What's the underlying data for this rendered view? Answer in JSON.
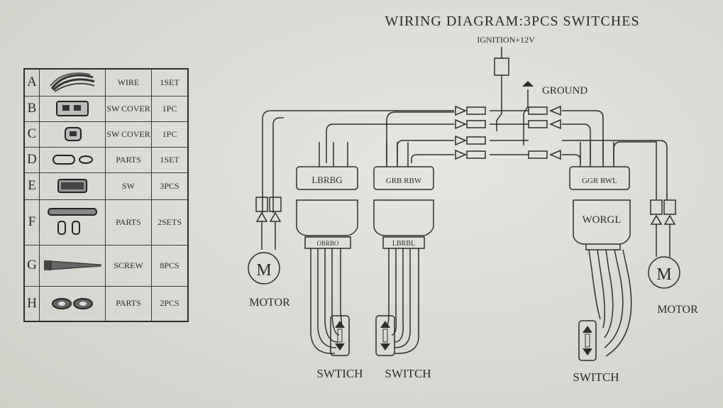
{
  "title": "WIRING DIAGRAM:3PCS SWITCHES",
  "ignition_label": "IGNITION+12V",
  "ground_label": "GROUND",
  "motor_left_label": "MOTOR",
  "motor_right_label": "MOTOR",
  "motor_symbol": "M",
  "connectors": {
    "left_top": "LBRBG",
    "mid_top": "GRB RBW",
    "right_top": "GGR RWL",
    "left_plug": "OBRBO",
    "mid_plug": "LBRBL",
    "right_plug": "WORGL"
  },
  "switch_labels": [
    "SWTICH",
    "SWITCH",
    "SWITCH"
  ],
  "parts": [
    {
      "letter": "A",
      "icon": "wire-bundle-icon",
      "name": "WIRE",
      "qty": "1SET"
    },
    {
      "letter": "B",
      "icon": "switch-cover-large-icon",
      "name": "SW COVER",
      "qty": "1PC"
    },
    {
      "letter": "C",
      "icon": "switch-cover-small-icon",
      "name": "SW COVER",
      "qty": "1PC"
    },
    {
      "letter": "D",
      "icon": "parts-clips-icon",
      "name": "PARTS",
      "qty": "1SET"
    },
    {
      "letter": "E",
      "icon": "switch-icon",
      "name": "SW",
      "qty": "3PCS"
    },
    {
      "letter": "F",
      "icon": "parts-fuse-icon",
      "name": "PARTS",
      "qty": "2SETS"
    },
    {
      "letter": "G",
      "icon": "screw-icon",
      "name": "SCREW",
      "qty": "8PCS"
    },
    {
      "letter": "H",
      "icon": "washer-icon",
      "name": "PARTS",
      "qty": "2PCS"
    }
  ]
}
